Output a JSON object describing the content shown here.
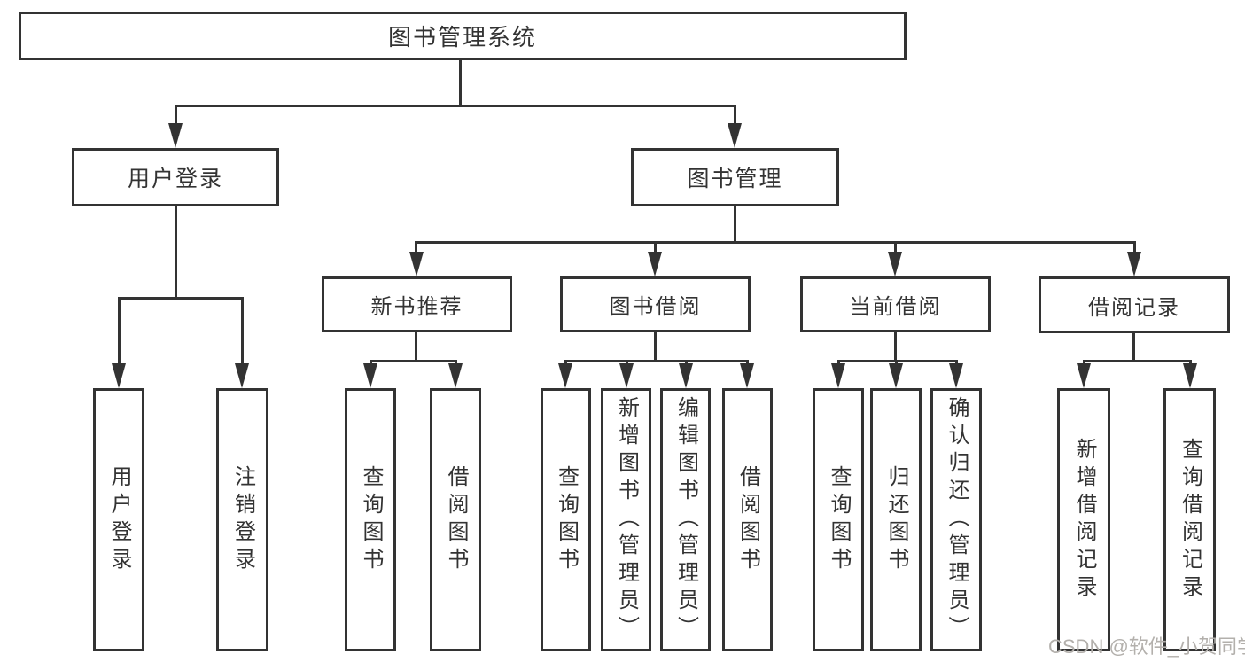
{
  "diagram": {
    "root": {
      "label": "图书管理系统"
    },
    "level2": [
      {
        "label": "用户登录"
      },
      {
        "label": "图书管理"
      }
    ],
    "level3": [
      {
        "label": "新书推荐"
      },
      {
        "label": "图书借阅"
      },
      {
        "label": "当前借阅"
      },
      {
        "label": "借阅记录"
      }
    ],
    "leaves": {
      "login": [
        {
          "label": "用户登录"
        },
        {
          "label": "注销登录"
        }
      ],
      "newbook": [
        {
          "label": "查询图书"
        },
        {
          "label": "借阅图书"
        }
      ],
      "borrow": [
        {
          "label": "查询图书"
        },
        {
          "label": "新增图书（管理员）"
        },
        {
          "label": "编辑图书（管理员）"
        },
        {
          "label": "借阅图书"
        }
      ],
      "current": [
        {
          "label": "查询图书"
        },
        {
          "label": "归还图书"
        },
        {
          "label": "确认归还（管理员）"
        }
      ],
      "records": [
        {
          "label": "新增借阅记录"
        },
        {
          "label": "查询借阅记录"
        }
      ]
    },
    "watermark": "CSDN @软件_小贺同学",
    "colors": {
      "line": "#333333",
      "text": "#333333",
      "watermark": "#b3b0ac",
      "background": "#ffffff"
    }
  }
}
